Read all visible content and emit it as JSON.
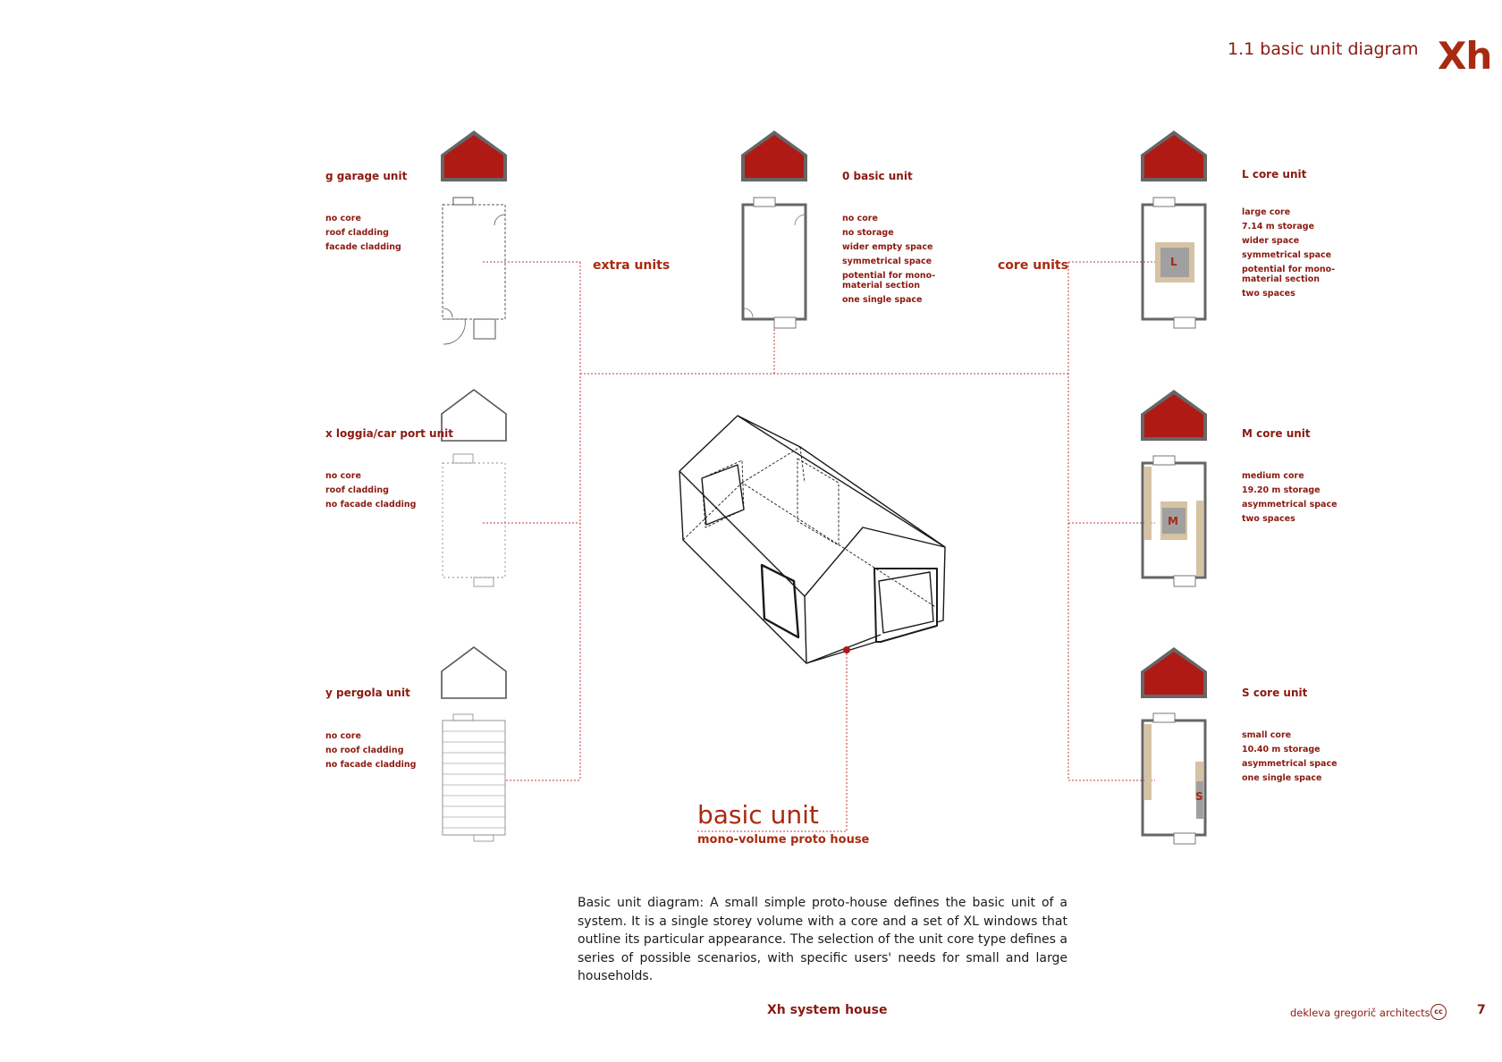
{
  "header": {
    "page_title": "1.1 basic unit diagram",
    "logo": "Xh"
  },
  "groups": {
    "extra": "extra units",
    "core": "core units"
  },
  "units": {
    "g": {
      "title": "g garage unit",
      "features": [
        "no core",
        "roof cladding",
        "facade cladding"
      ]
    },
    "x": {
      "title": "x loggia/car port unit",
      "features": [
        "no core",
        "roof cladding",
        "no facade cladding"
      ]
    },
    "y": {
      "title": "y pergola unit",
      "features": [
        "no core",
        "no roof cladding",
        "no facade cladding"
      ]
    },
    "zero": {
      "title": "0 basic unit",
      "features": [
        "no core",
        "no storage",
        "wider empty space",
        "symmetrical space",
        "potential for mono-material section",
        "one single space"
      ]
    },
    "L": {
      "title": "L core unit",
      "core_letter": "L",
      "features": [
        "large core",
        "7.14 m storage",
        "wider space",
        "symmetrical space",
        "potential for mono-material section",
        "two spaces"
      ]
    },
    "M": {
      "title": "M core unit",
      "core_letter": "M",
      "features": [
        "medium core",
        "19.20 m storage",
        "asymmetrical space",
        "two spaces"
      ]
    },
    "S": {
      "title": "S core unit",
      "core_letter": "S",
      "features": [
        "small core",
        "10.40 m storage",
        "asymmetrical space",
        "one single space"
      ]
    }
  },
  "basic": {
    "title": "basic unit",
    "subtitle": "mono-volume proto house"
  },
  "description": "Basic unit diagram: A small simple proto-house defines the basic unit of a system. It is a single storey volume with a core and a set of XL windows that outline its particular appearance. The selection of the unit core type defines a series of possible scenarios, with specific users' needs for small and large households.",
  "footer": {
    "center": "Xh system house",
    "right": "dekleva gregorič architects",
    "cc": "cc",
    "page": "7"
  },
  "colors": {
    "accent": "#a82a10",
    "red_fill": "#b01a14",
    "text_red": "#8b1a10",
    "grey_wall": "#666666",
    "core_grey": "#a0a0a0",
    "storage_tan": "#d6c3a3"
  }
}
